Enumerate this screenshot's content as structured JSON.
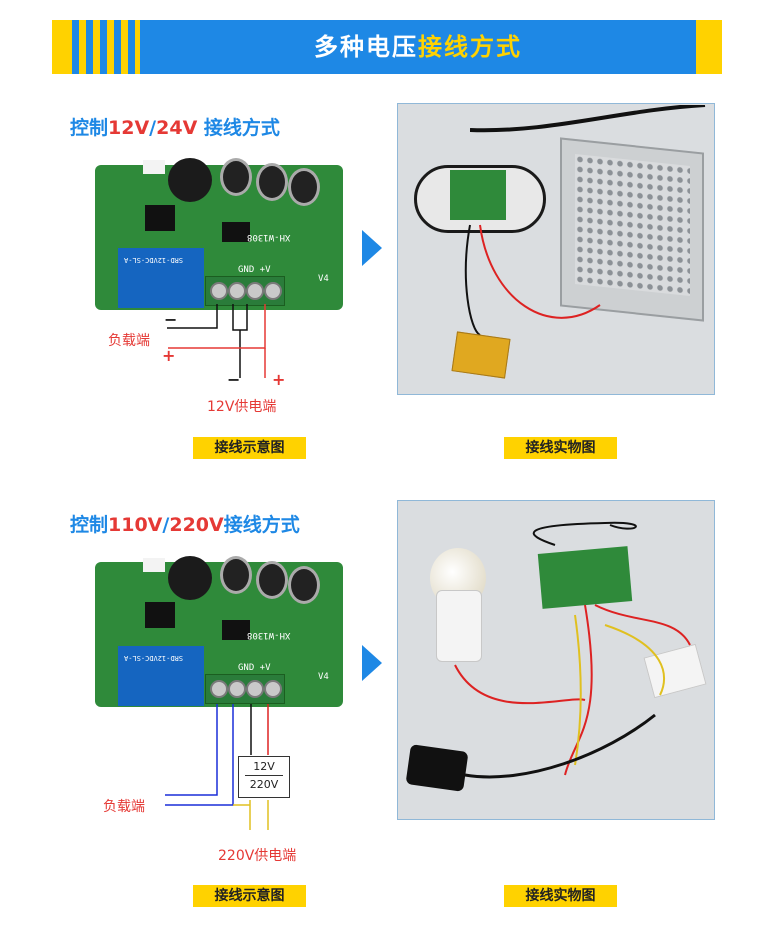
{
  "header": {
    "title_main": "多种电压",
    "title_accent": "接线方式"
  },
  "section1": {
    "title_prefix": "控制",
    "title_v1": "12V",
    "title_sep": "/",
    "title_v2": "24V",
    "title_suffix": " 接线方式",
    "load_label": "负载端",
    "power_label": "12V供电端",
    "plus_sign": "+",
    "minus_sign": "−",
    "pcb_model": "XH-W1308",
    "terminal_text": "GND  +V",
    "pcb_v4": "V4",
    "relay_text": "SRD-12VDC-SL-A",
    "caption_left": "接线示意图",
    "caption_right": "接线实物图"
  },
  "section2": {
    "title_prefix": "控制",
    "title_v1": "110V",
    "title_sep": "/",
    "title_v2": "220V",
    "title_suffix": "接线方式",
    "load_label": "负载端",
    "power_label": "220V供电端",
    "module_top": "12V",
    "module_bottom": "220V",
    "pcb_model": "XH-W1308",
    "terminal_text": "GND  +V",
    "pcb_v4": "V4",
    "relay_text": "SRD-12VDC-SL-A",
    "caption_left": "接线示意图",
    "caption_right": "接线实物图"
  },
  "colors": {
    "accent_blue": "#1e88e5",
    "accent_yellow": "#ffd200",
    "accent_red": "#e53935",
    "pcb_green": "#2f8a3a"
  }
}
